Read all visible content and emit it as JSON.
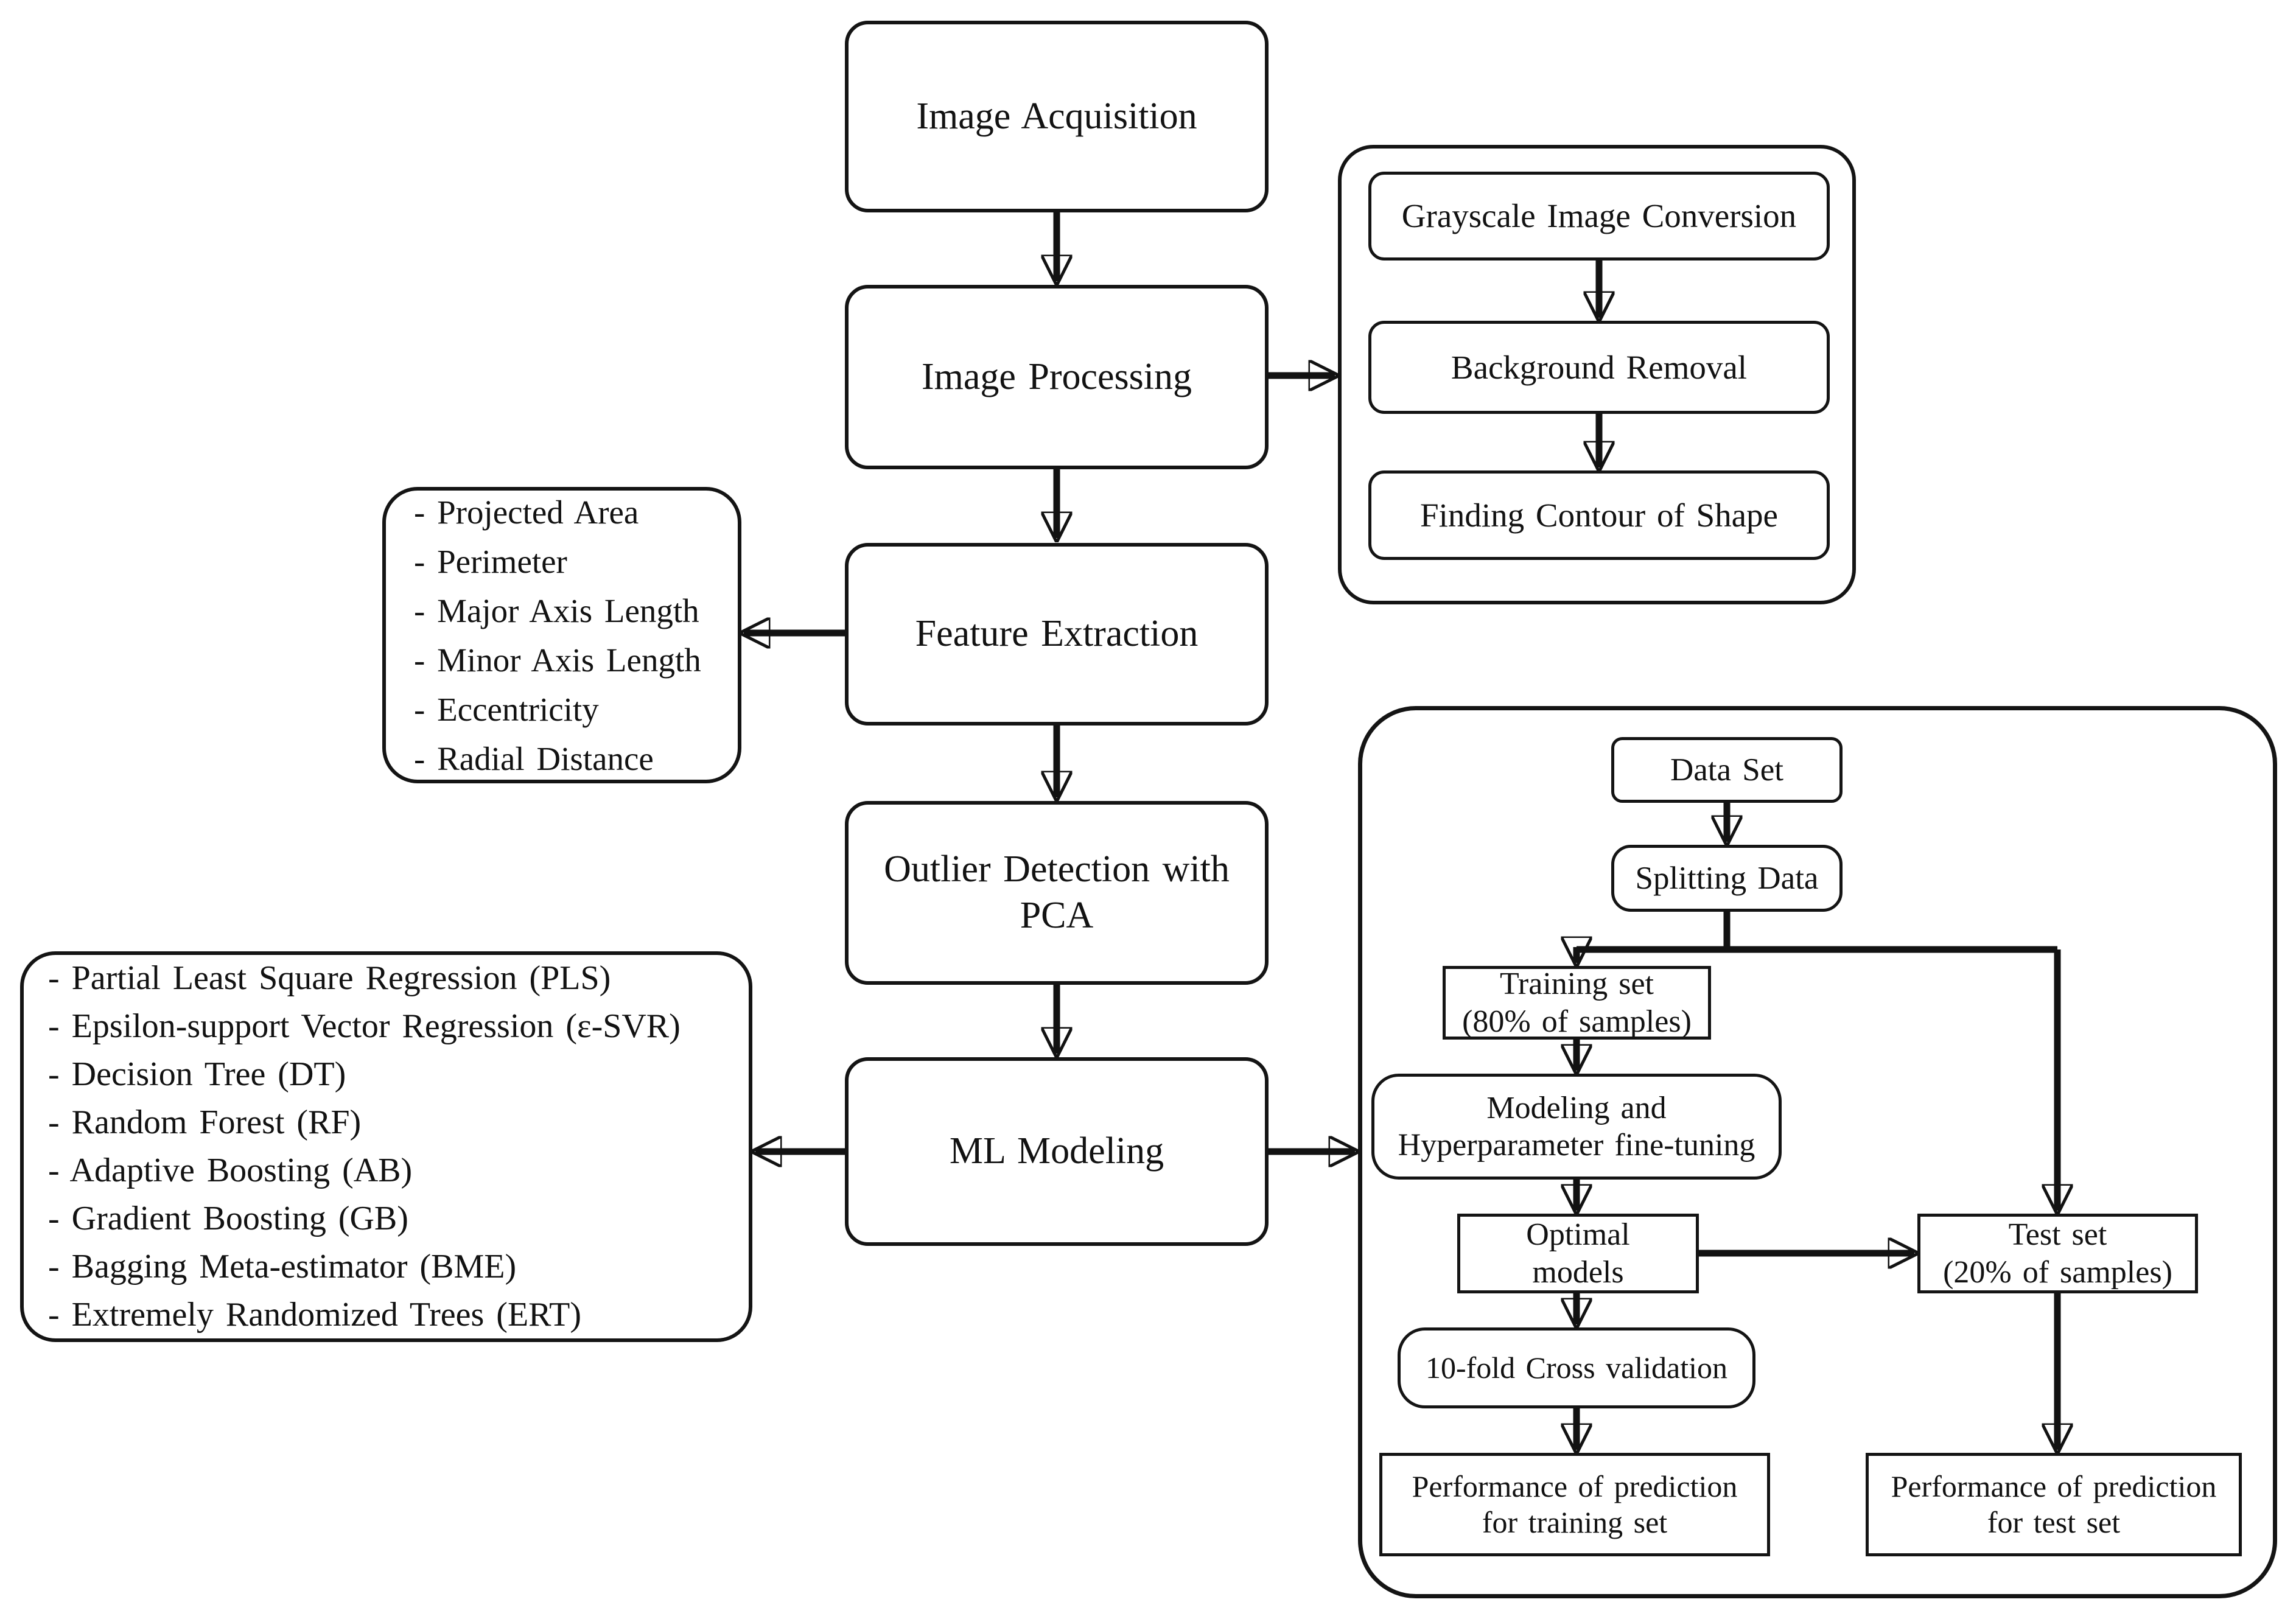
{
  "palette": {
    "background": "#ffffff",
    "ink": "#121212"
  },
  "main_flow": {
    "image_acquisition": "Image Acquisition",
    "image_processing": "Image Processing",
    "feature_extraction": "Feature Extraction",
    "outlier_detection_line1": "Outlier Detection with",
    "outlier_detection_line2": "PCA",
    "ml_modeling": "ML Modeling"
  },
  "image_processing_steps": {
    "grayscale": "Grayscale Image Conversion",
    "background_removal": "Background Removal",
    "finding_contour": "Finding Contour of Shape"
  },
  "features": {
    "items": [
      "- Projected Area",
      "- Perimeter",
      "- Major Axis Length",
      "- Minor Axis Length",
      "- Eccentricity",
      "- Radial Distance"
    ]
  },
  "ml_algorithms": {
    "items": [
      "- Partial Least Square Regression (PLS)",
      "- Epsilon-support Vector Regression (ε-SVR)",
      "- Decision Tree (DT)",
      "- Random Forest (RF)",
      "- Adaptive Boosting (AB)",
      "- Gradient Boosting (GB)",
      "- Bagging Meta-estimator (BME)",
      "- Extremely Randomized Trees (ERT)"
    ]
  },
  "ml_workflow": {
    "data_set": "Data Set",
    "splitting_data": "Splitting Data",
    "training_set_line1": "Training set",
    "training_set_line2": "(80% of samples)",
    "modeling_line1": "Modeling and",
    "modeling_line2": "Hyperparameter fine-tuning",
    "optimal_models_line1": "Optimal",
    "optimal_models_line2": "models",
    "test_set_line1": "Test set",
    "test_set_line2": "(20% of samples)",
    "cross_validation": "10-fold Cross validation",
    "perf_training_line1": "Performance of prediction",
    "perf_training_line2": "for training set",
    "perf_test_line1": "Performance of prediction",
    "perf_test_line2": "for test set"
  }
}
